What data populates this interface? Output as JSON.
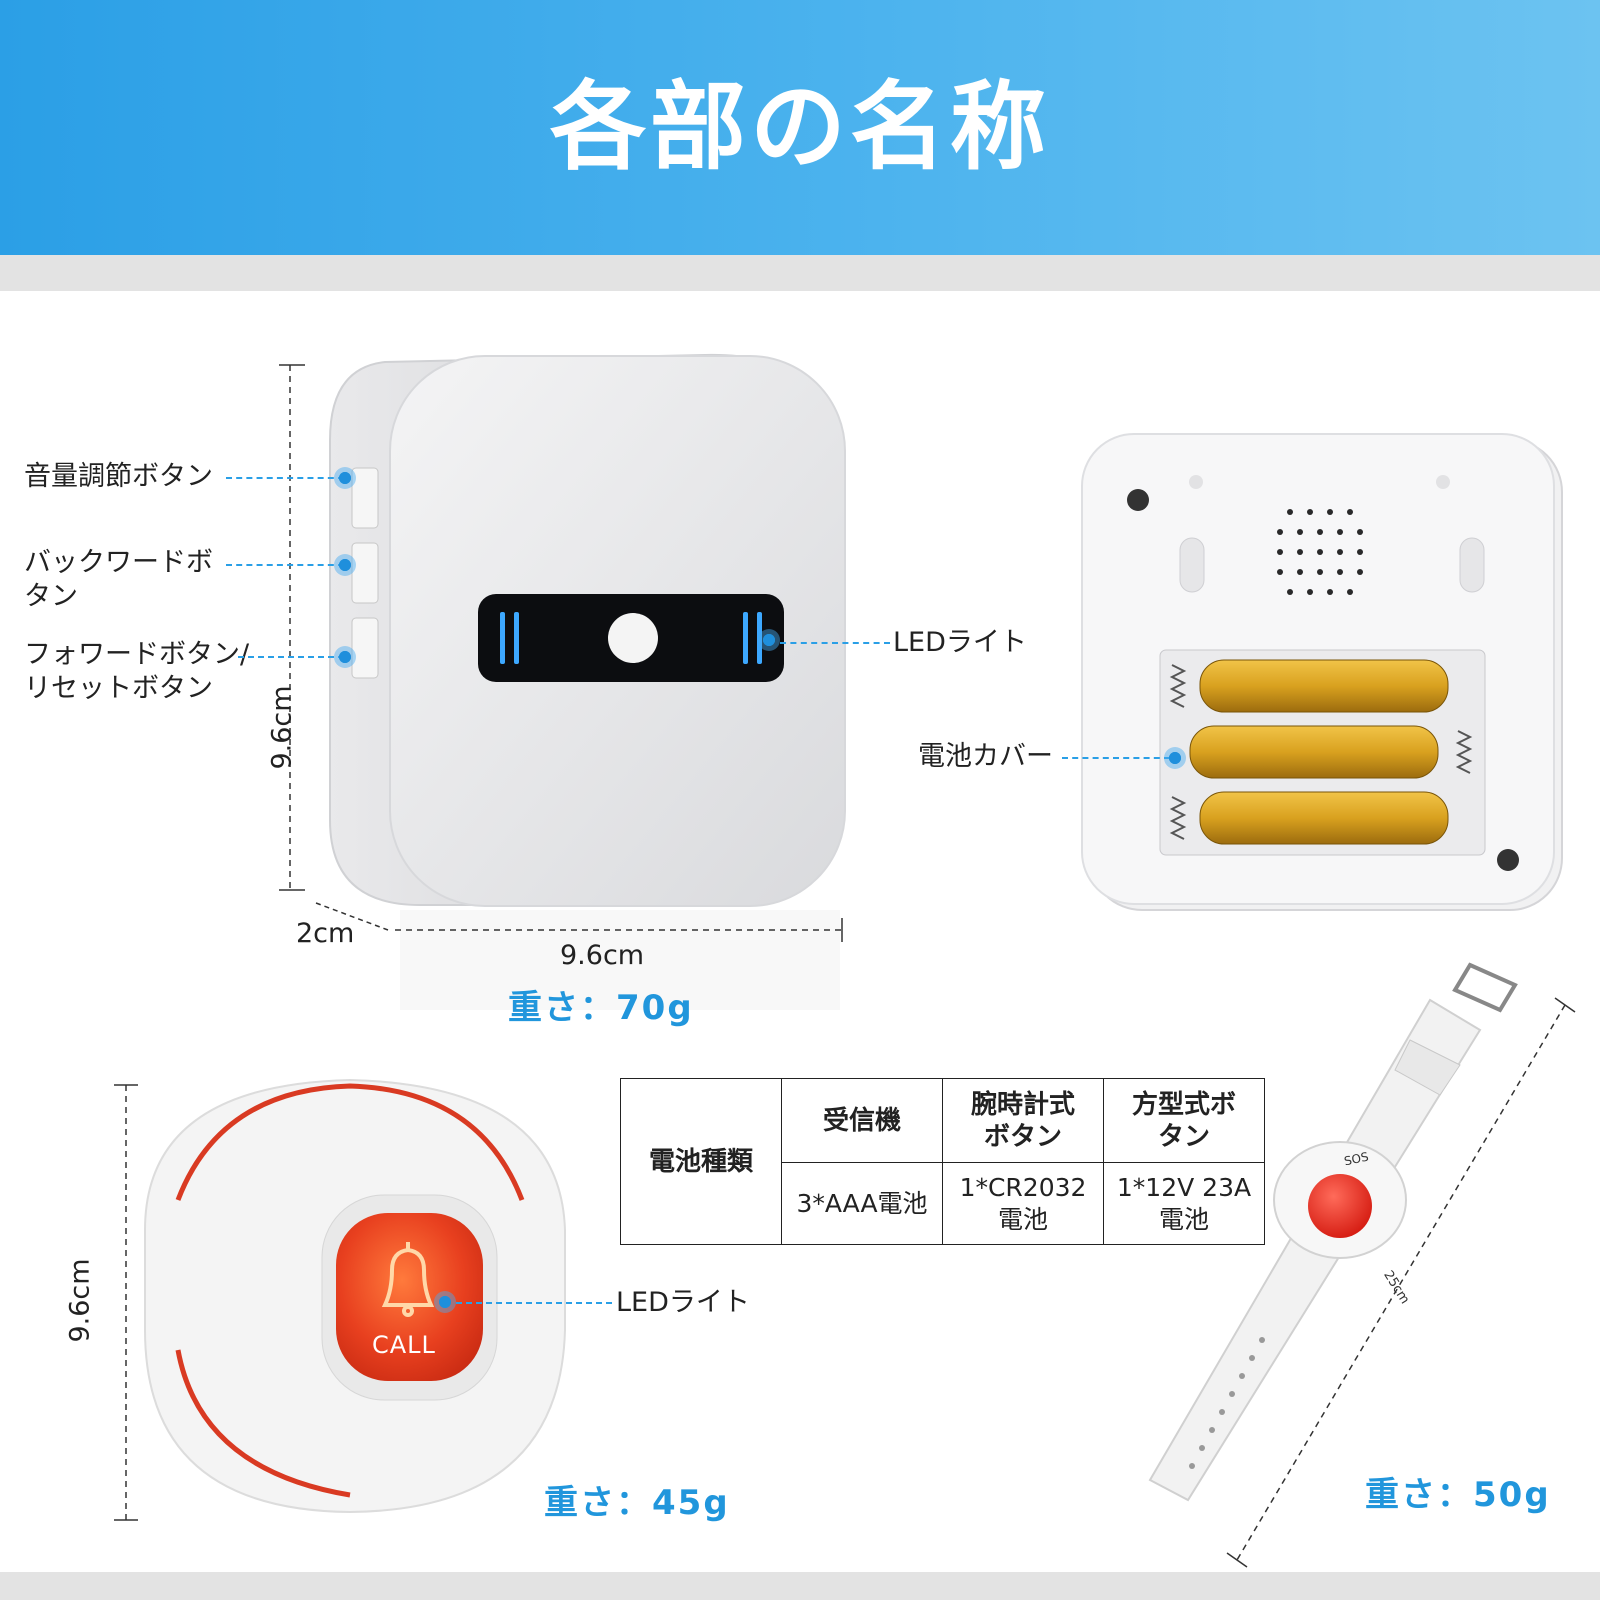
{
  "header": {
    "title": "各部の名称"
  },
  "receiver": {
    "labels": {
      "volume": "音量調節ボタン",
      "backward": "バックワードボ\nタン",
      "forward": "フォワードボタン/\nリセットボタン",
      "led": "LEDライト",
      "battery_cover": "電池カバー"
    },
    "height": "9.6cm",
    "depth": "2cm",
    "width": "9.6cm",
    "weight": "重さ：70g"
  },
  "square_button": {
    "height": "9.6cm",
    "button_text": "CALL",
    "led_label": "LEDライト",
    "weight": "重さ：45g"
  },
  "wrist_button": {
    "sos_text": "SOS",
    "length": "25cm",
    "weight": "重さ：50g"
  },
  "battery_table": {
    "row_header": "電池種類",
    "headers": [
      "受信機",
      "腕時計式\nボタン",
      "方型式ボ\nタン"
    ],
    "values": [
      "3*AAA電池",
      "1*CR2032\n電池",
      "1*12V 23A\n電池"
    ]
  },
  "colors": {
    "banner": "#2b9fe6",
    "accent": "#2196dc",
    "call_red": "#e53a1e",
    "strap_white": "#f2f2f2"
  }
}
